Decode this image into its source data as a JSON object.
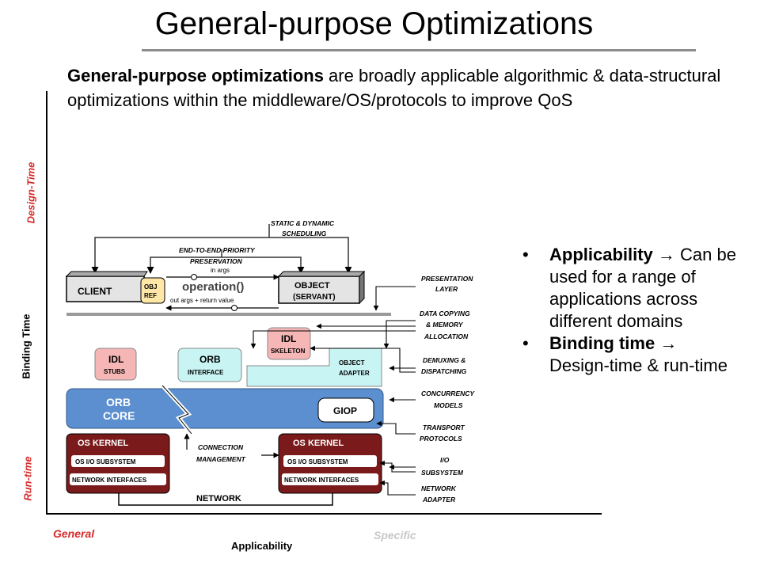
{
  "title": "General-purpose Optimizations",
  "intro": {
    "bold": "General-purpose optimizations",
    "rest": " are broadly applicable algorithmic & data-structural optimizations within the middleware/OS/protocols to improve QoS"
  },
  "axes": {
    "y_title": "Binding Time",
    "y_top": "Design-Time",
    "y_bottom": "Run-time",
    "x_title": "Applicability",
    "x_left": "General",
    "x_right": "Specific"
  },
  "bullets": [
    {
      "term": "Applicability",
      "arrow": "→",
      "text": " Can be used for a range of applications across different domains"
    },
    {
      "term": "Binding time",
      "arrow": "→",
      "text": " Design-time & run-time"
    }
  ],
  "diagram": {
    "client": "CLIENT",
    "obj_ref_1": "OBJ",
    "obj_ref_2": "REF",
    "operation": "operation()",
    "in_args": "in args",
    "out_args": "out args + return value",
    "object_1": "OBJECT",
    "object_2": "(SERVANT)",
    "idl_stubs_1": "IDL",
    "idl_stubs_2": "STUBS",
    "orb_interface_1": "ORB",
    "orb_interface_2": "INTERFACE",
    "idl_skeleton_1": "IDL",
    "idl_skeleton_2": "SKELETON",
    "object_adapter_1": "OBJECT",
    "object_adapter_2": "ADAPTER",
    "orb_core_1": "ORB",
    "orb_core_2": "CORE",
    "giop": "GIOP",
    "os_kernel": "OS KERNEL",
    "os_io": "OS I/O SUBSYSTEM",
    "network_interfaces": "NETWORK INTERFACES",
    "connection_management_1": "CONNECTION",
    "connection_management_2": "MANAGEMENT",
    "network": "NETWORK",
    "static_dynamic_1": "STATIC & DYNAMIC",
    "static_dynamic_2": "SCHEDULING",
    "end_to_end_1": "END-TO-END PRIORITY",
    "end_to_end_2": "PRESERVATION",
    "presentation_1": "PRESENTATION",
    "presentation_2": "LAYER",
    "data_copying_1": "DATA COPYING",
    "data_copying_2": "& MEMORY",
    "data_copying_3": "ALLOCATION",
    "demuxing_1": "DEMUXING &",
    "demuxing_2": "DISPATCHING",
    "concurrency_1": "CONCURRENCY",
    "concurrency_2": "MODELS",
    "transport_1": "TRANSPORT",
    "transport_2": "PROTOCOLS",
    "io_1": "I/O",
    "io_2": "SUBSYSTEM",
    "net_adapter_1": "NETWORK",
    "net_adapter_2": "ADAPTER"
  }
}
